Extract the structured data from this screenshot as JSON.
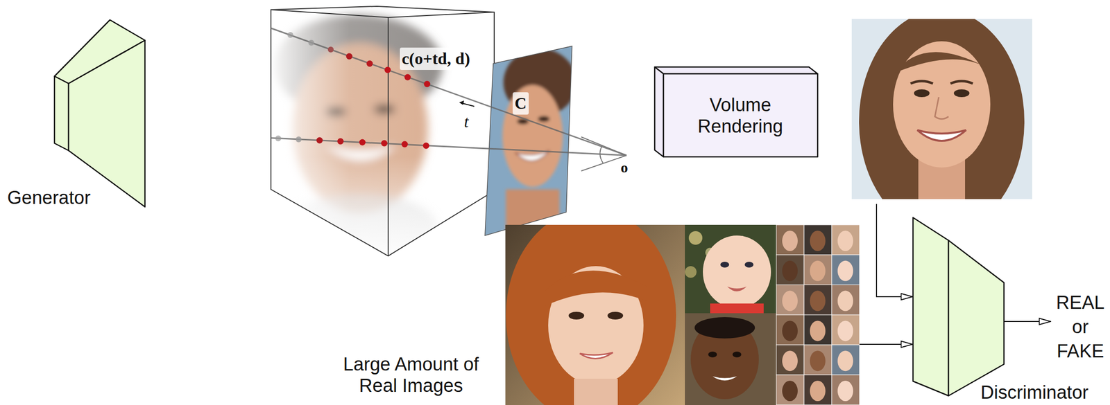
{
  "diagram": {
    "nodes": [
      {
        "text": [
          "Generator"
        ]
      },
      {
        "text": [
          "Volume Rendering"
        ]
      },
      {
        "text": [
          "Large Amount of Real Images"
        ]
      },
      {
        "text": [
          "Discriminator"
        ]
      }
    ],
    "edges": [
      {
        "from": 2,
        "to": 3,
        "arrow": "to"
      }
    ],
    "labels": [
      "c(o+td, d)",
      "t",
      "C",
      "o",
      "REAL or FAKE"
    ]
  }
}
